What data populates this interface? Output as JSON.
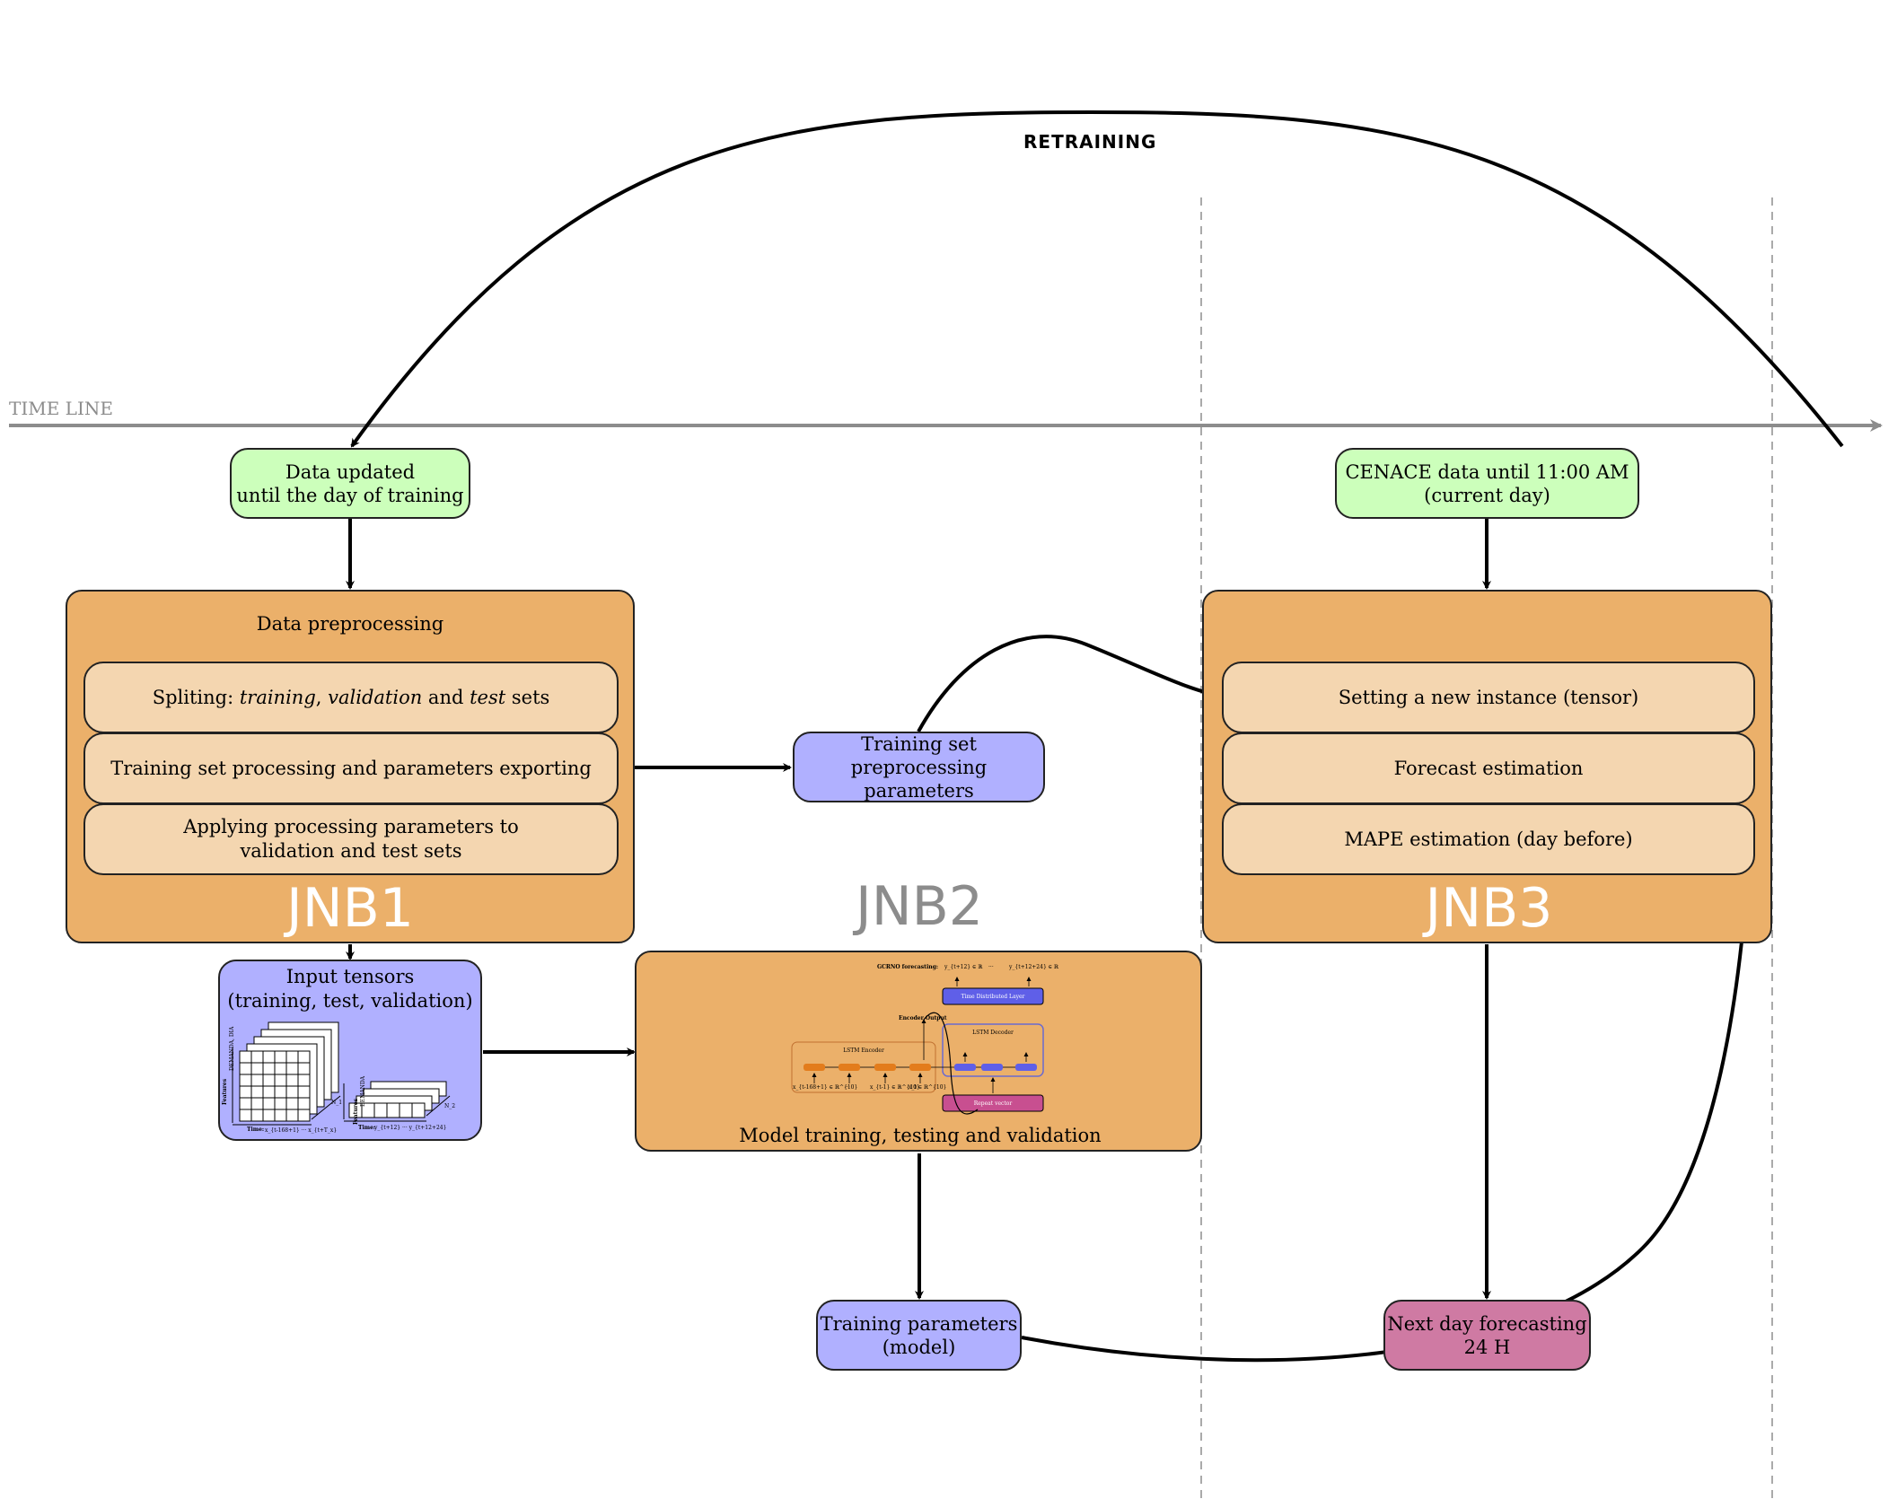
{
  "retraining_label": "RETRAINING",
  "timeline_label": "TIME LINE",
  "jnb1": {
    "title": "JNB1",
    "source_box": "Data updated\nuntil the day of training",
    "header": "Data preprocessing",
    "steps": {
      "split": {
        "prefix": "Spliting: ",
        "training": "training",
        "sep": ", ",
        "validation": "validation",
        "and": " and ",
        "test": "test",
        "suffix": " sets"
      },
      "processing": "Training set processing and parameters exporting",
      "applying": "Applying processing parameters to\nvalidation and test sets"
    }
  },
  "params_box": "Training set\npreprocessing parameters",
  "input_tensors": {
    "title": "Input tensors\n(training, test, validation)",
    "left_ylabel": "DEMANDA, DIA",
    "left_features": "Features",
    "left_time": "Time:",
    "left_range": "x_{t-168+1} ··· x_{t+T_x}",
    "left_depth": "N_1",
    "right_ylabel": "DEMANDA",
    "right_features": "Features",
    "right_time": "Time:",
    "right_range": "y_{t+12} ··· y_{t+12+24}",
    "right_depth": "N_2"
  },
  "jnb2": {
    "title": "JNB2",
    "caption": "Model training, testing and validation",
    "arch": {
      "forecasting_label": "GCRNO forecasting:",
      "out_first": "y_{t+12} ∈ ℝ",
      "out_dots": "···",
      "out_last": "y_{t+12+24} ∈ ℝ",
      "time_distributed": "Time Distributed Layer",
      "encoder_output": "Encoder Output",
      "lstm_encoder": "LSTM Encoder",
      "lstm_decoder": "LSTM Decoder",
      "repeat_vector": "Repeat vector",
      "in_first": "x_{t-168+1} ∈ ℝ^{10}",
      "in_dots": "···",
      "in_mid": "x_{t-1} ∈ ℝ^{10}",
      "in_last": "x_t ∈ ℝ^{10}"
    }
  },
  "model_box": "Training parameters\n(model)",
  "jnb3": {
    "title": "JNB3",
    "source_box": "CENACE data until 11:00 AM\n(current day)",
    "steps": {
      "instance": "Setting a new instance (tensor)",
      "forecast": "Forecast estimation",
      "mape": "MAPE estimation (day before)"
    }
  },
  "output_box": "Next day forecasting\n24 H",
  "colors": {
    "orange_panel": "#ebb06a",
    "step_box": "#f4d6b0",
    "green_box": "#ccffbb",
    "blue_box": "#b0b0ff",
    "pink_box": "#cf7aa3",
    "timeline": "#8c8c8c"
  }
}
